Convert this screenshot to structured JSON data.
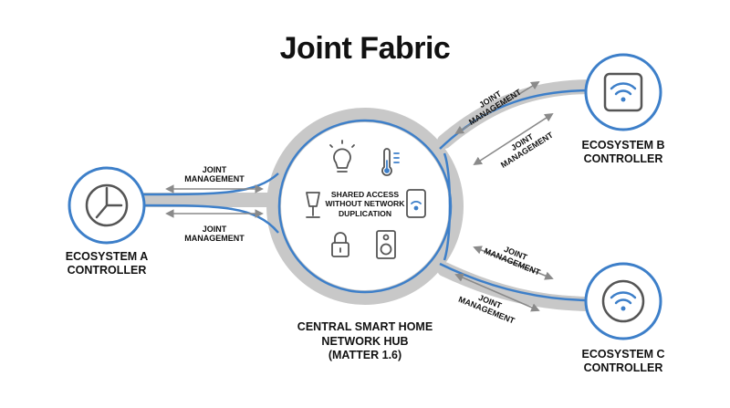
{
  "title": "Joint Fabric",
  "hub": {
    "center_text": "SHARED ACCESS\nWITHOUT NETWORK\nDUPLICATION",
    "caption": "CENTRAL SMART HOME\nNETWORK HUB\n(MATTER 1.6)"
  },
  "controllers": {
    "a": {
      "label": "ECOSYSTEM A\nCONTROLLER",
      "icon": "clock-icon"
    },
    "b": {
      "label": "ECOSYSTEM B\nCONTROLLER",
      "icon": "wifi-icon"
    },
    "c": {
      "label": "ECOSYSTEM C\nCONTROLLER",
      "icon": "wifi-icon"
    }
  },
  "management_label": "JOINT\nMANAGEMENT",
  "device_icons": [
    "light-bulb-icon",
    "thermometer-icon",
    "smart-lamp-icon",
    "tablet-wifi-icon",
    "padlock-icon",
    "speaker-icon"
  ],
  "colors": {
    "track": "#c8c8c8",
    "line": "#3d7fc9",
    "icon": "#555555",
    "wifi": "#3d7fc9",
    "arrow": "#8a8a8a",
    "text": "#111111"
  }
}
